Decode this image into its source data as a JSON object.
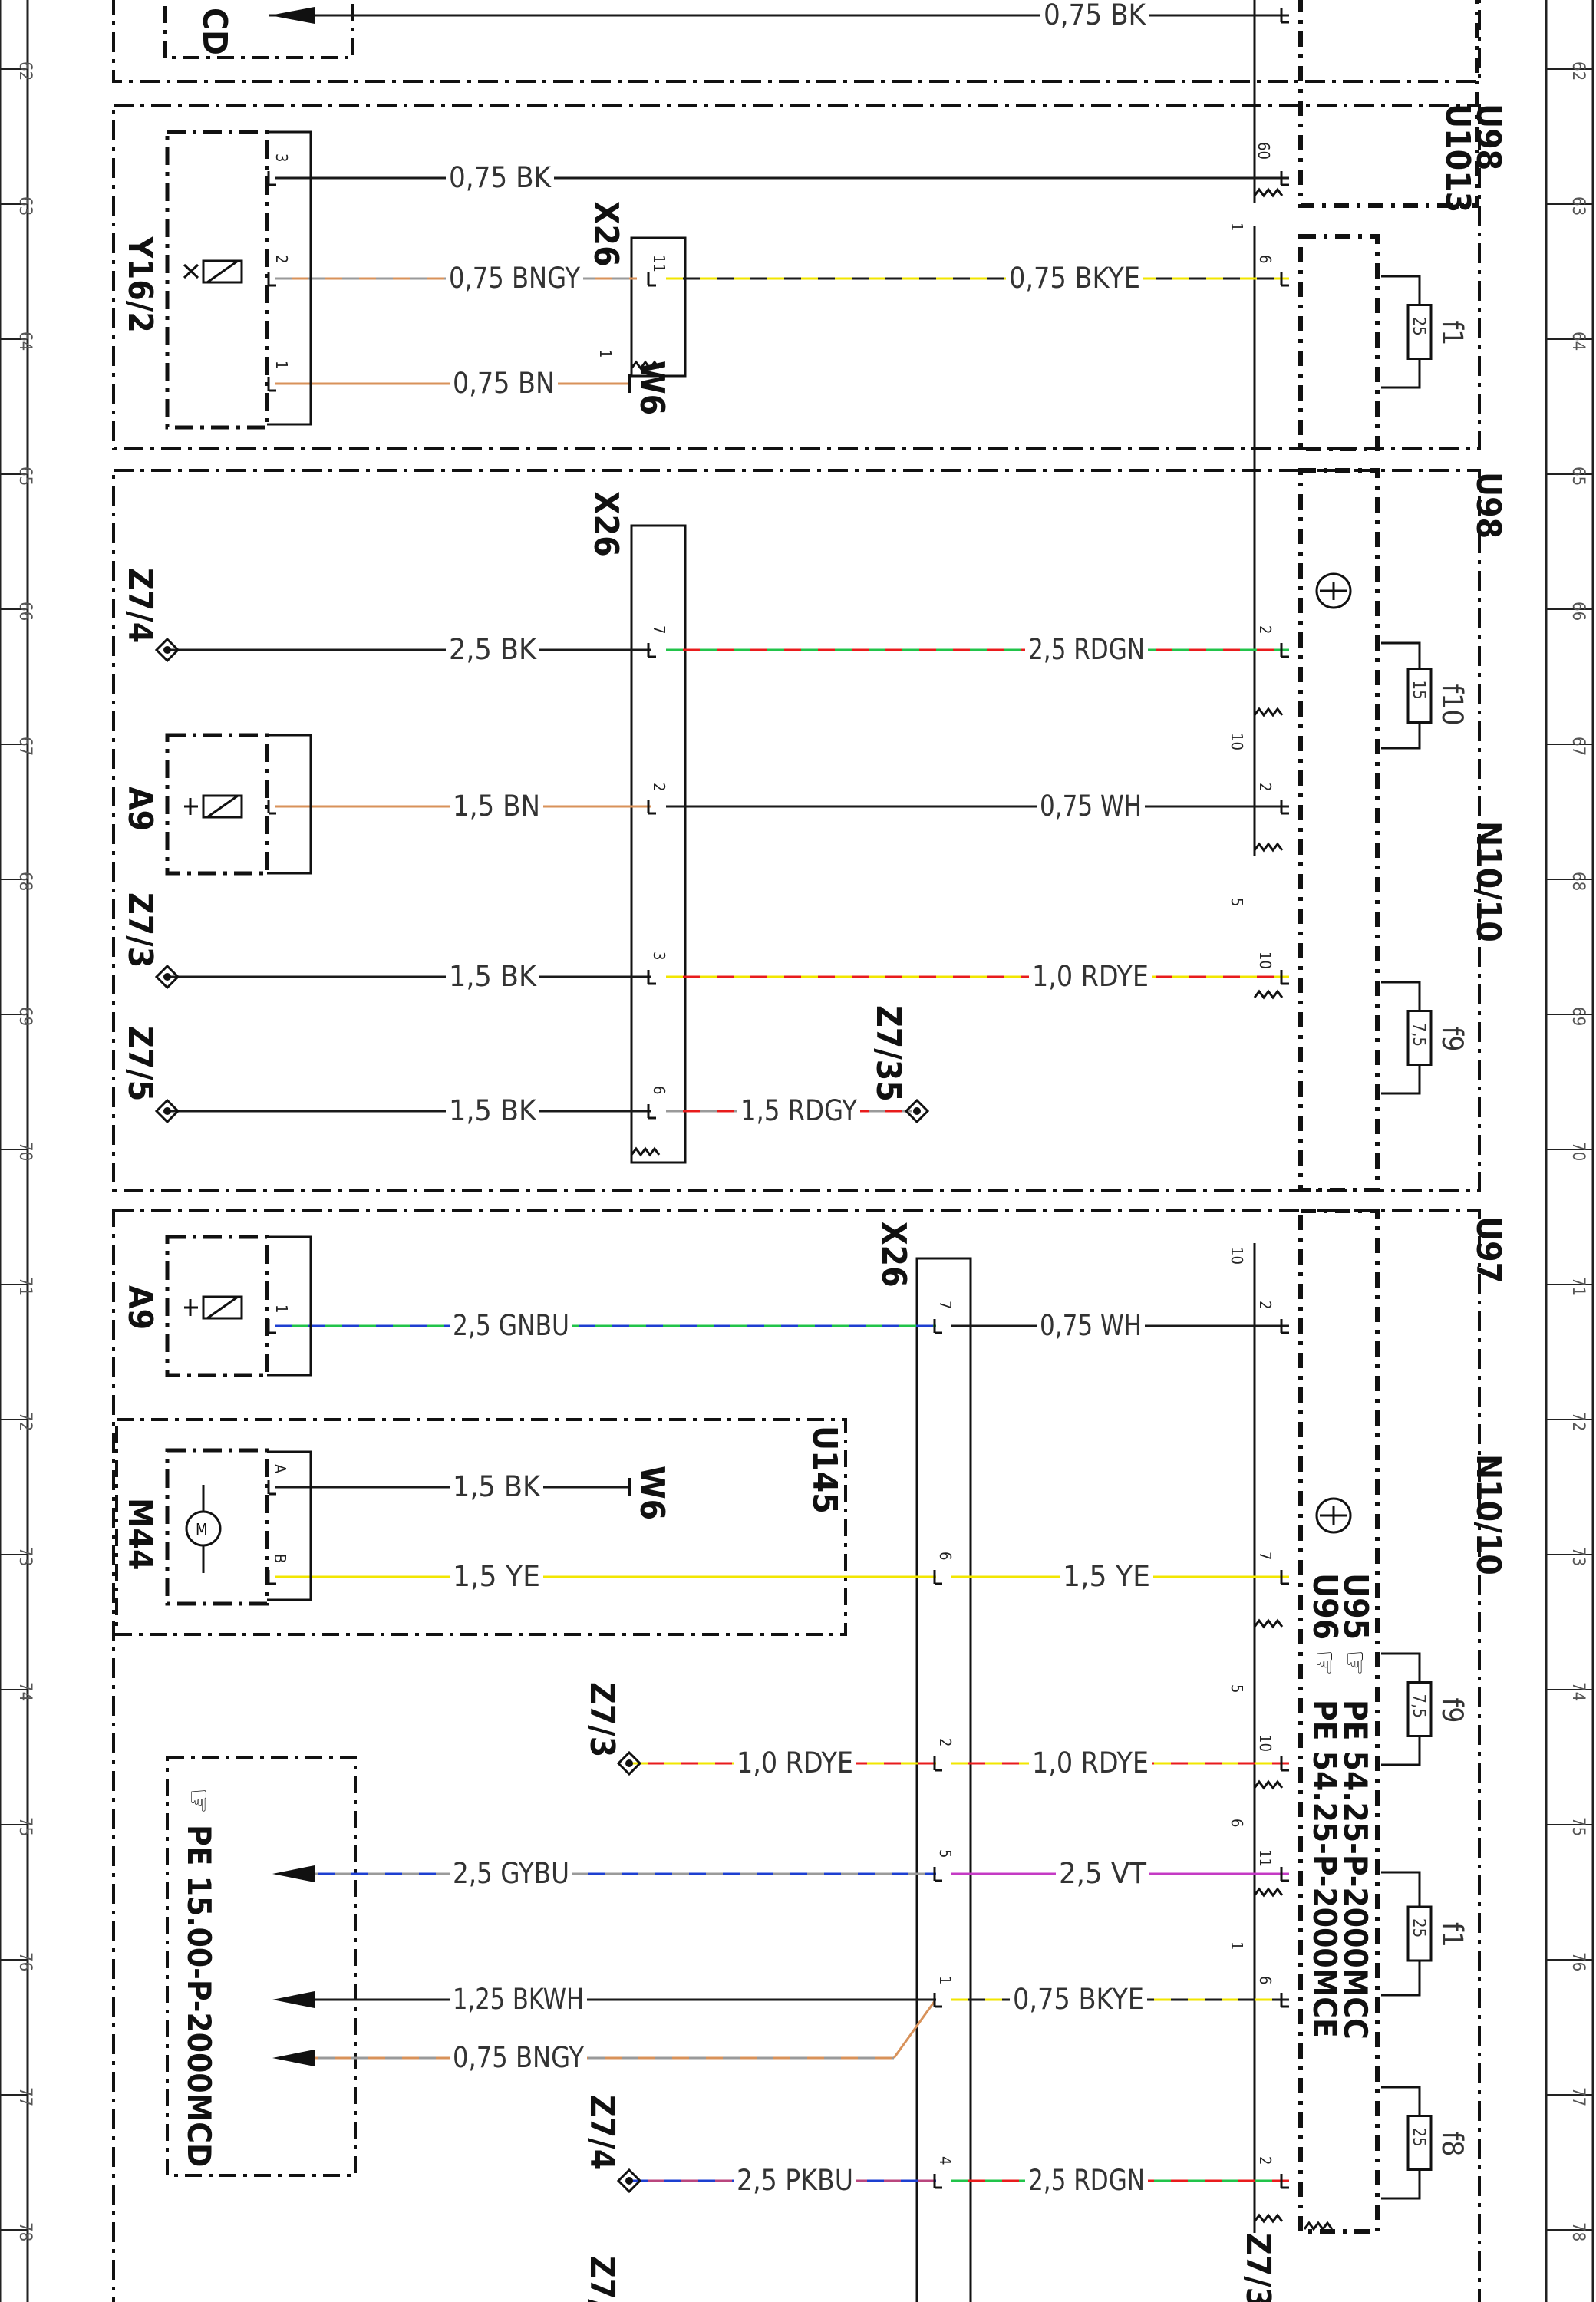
{
  "sheet_numbers": [
    "62",
    "63",
    "64",
    "65",
    "66",
    "67",
    "68",
    "69",
    "70",
    "71",
    "72",
    "73",
    "74",
    "75",
    "76",
    "77",
    "78"
  ],
  "wires": {
    "w_top_bk": "0,75 BK",
    "w_y16_3": "0,75 BK",
    "w_y16_2": "0,75 BNGY",
    "w_x26_11": "0,75 BKYE",
    "w_y16_1": "0,75 BN",
    "w_z74_bk": "2,5 BK",
    "w_rdgn_a": "2,5 RDGN",
    "w_a9_bn": "1,5 BN",
    "w_wh_a": "0,75 WH",
    "w_z73_bk": "1,5 BK",
    "w_rdye_a": "1,0 RDYE",
    "w_z75_bk": "1,5 BK",
    "w_rdgy": "1,5 RDGY",
    "w_gnbu": "2,5 GNBU",
    "w_wh_b": "0,75 WH",
    "w_m44_bk": "1,5 BK",
    "w_m44_ye": "1,5 YE",
    "w_ye_b": "1,5 YE",
    "w_rdye_b1": "1,0 RDYE",
    "w_rdye_b2": "1,0 RDYE",
    "w_gybu": "2,5 GYBU",
    "w_vt": "2,5 VT",
    "w_bkwh": "1,25 BKWH",
    "w_bkye_b": "0,75 BKYE",
    "w_bnGy_b": "0,75 BNGY",
    "w_pkbu": "2,5 PKBU",
    "w_rdgn_b": "2,5 RDGN"
  },
  "components": {
    "y16_2": "Y16/2",
    "w6_a": "W6",
    "w6_b": "W6",
    "x26_a": "X26",
    "x26_b": "X26",
    "x26_c": "X26",
    "z7_4_a": "Z7/4",
    "z7_3_a": "Z7/3",
    "z7_5": "Z7/5",
    "z7_35": "Z7/35",
    "a9_a": "A9",
    "a9_b": "A9",
    "m44": "M44",
    "z7_3_b": "Z7/3",
    "z7_4_b": "Z7/4",
    "z7_bottom": "Z7/",
    "z7_3_right": "Z7/3",
    "cd_partial": "CD"
  },
  "modules": {
    "u98_u1013_a": "U98",
    "u98_u1013_b": "U1013",
    "u98": "U98",
    "u97": "U97",
    "u145": "U145",
    "n10_10_a": "N10/10",
    "n10_10_b": "N10/10",
    "u95": "U95",
    "u96": "U96"
  },
  "fuses": {
    "f1_a": "f1",
    "f1_a_val": "25",
    "f10": "f10",
    "f10_val": "15",
    "f9_a": "f9",
    "f9_a_val": "7,5",
    "f9_b": "f9",
    "f9_b_val": "7,5",
    "f1_b": "f1",
    "f1_b_val": "25",
    "f8": "f8",
    "f8_val": "25"
  },
  "notes": {
    "ref_main": "PE 15.00-P-2000MCD",
    "ref_u95": "PE 54.25-P-2000MCC",
    "ref_u96": "PE 54.25-P-2000MCE",
    "icon_u95": "☞",
    "icon_u96": "☞",
    "icon_main": "☞"
  },
  "pins": {
    "y16_3": "3",
    "y16_2": "2",
    "y16_1": "1",
    "u1013_60": "60",
    "x26_11": "11",
    "n_6a": "6",
    "n_1a": "1",
    "w6_1": "1",
    "x26_7": "7",
    "n_2a": "2",
    "x26_2": "2",
    "n_2b": "2",
    "n_10a": "10",
    "x26_3": "3",
    "n_10b": "10",
    "n_5a": "5",
    "x26_6": "6",
    "a9_1": "1",
    "x26_7b": "7",
    "n_2c": "2",
    "n_10c": "10",
    "m44_a": "A",
    "m44_b": "B",
    "x26_6b": "6",
    "n_7": "7",
    "x26_2b": "2",
    "n_10d": "10",
    "n_5b": "5",
    "x26_5": "5",
    "n_11": "11",
    "n_6b": "6",
    "x26_1": "1",
    "n_6c": "6",
    "n_1b": "1",
    "x26_4": "4",
    "n_2d": "2"
  },
  "colors": {
    "BK": "#1a1a1a",
    "BN": "#d8925a",
    "GY": "#9a9a9a",
    "YE": "#f2e600",
    "RD": "#e81c1c",
    "GN": "#22c34a",
    "BU": "#1d3fd0",
    "VT": "#c43ac4",
    "PK": "#b9467e",
    "WH": "#1a1a1a"
  }
}
